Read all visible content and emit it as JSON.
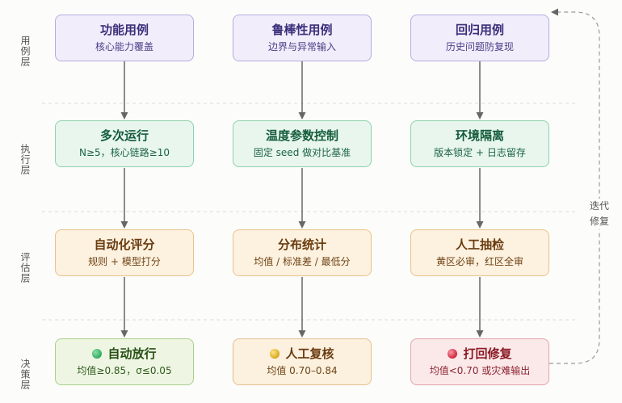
{
  "layers": [
    {
      "label": "用例层"
    },
    {
      "label": "执行层"
    },
    {
      "label": "评估层"
    },
    {
      "label": "决策层"
    }
  ],
  "nodes": {
    "r1": [
      {
        "title": "功能用例",
        "sub": "核心能力覆盖",
        "color": "#f1edfb"
      },
      {
        "title": "鲁棒性用例",
        "sub": "边界与异常输入",
        "color": "#f1edfb"
      },
      {
        "title": "回归用例",
        "sub": "历史问题防复现",
        "color": "#f1edfb"
      }
    ],
    "r2": [
      {
        "title": "多次运行",
        "sub": "N≥5，核心链路≥10",
        "color": "#e8f6ee"
      },
      {
        "title": "温度参数控制",
        "sub": "固定 seed 做对比基准",
        "color": "#e8f6ee"
      },
      {
        "title": "环境隔离",
        "sub": "版本锁定 + 日志留存",
        "color": "#e8f6ee"
      }
    ],
    "r3": [
      {
        "title": "自动化评分",
        "sub": "规则 + 模型打分",
        "color": "#fdf1df"
      },
      {
        "title": "分布统计",
        "sub": "均值 / 标准差 / 最低分",
        "color": "#fdf1df"
      },
      {
        "title": "人工抽检",
        "sub": "黄区必审，红区全审",
        "color": "#fdf1df"
      }
    ],
    "r4": [
      {
        "title": "自动放行",
        "sub": "均值≥0.85，σ≤0.05",
        "color": "#eef6e3",
        "dot_color": "#3cb46a"
      },
      {
        "title": "人工复核",
        "sub": "均值 0.70–0.84",
        "color": "#fcf0de",
        "dot_color": "#e0b12a"
      },
      {
        "title": "打回修复",
        "sub": "均值<0.70 或灾难输出",
        "color": "#fbe9ea",
        "dot_color": "#d8344a"
      }
    ]
  },
  "loop": {
    "label_line1": "迭代",
    "label_line2": "修复"
  }
}
